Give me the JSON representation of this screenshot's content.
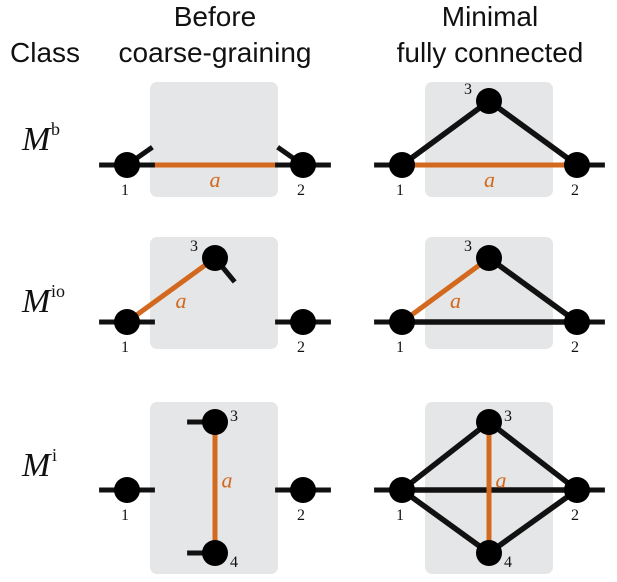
{
  "headers": {
    "class": "Class",
    "before_line1": "Before",
    "before_line2": "coarse-graining",
    "minimal_line1": "Minimal",
    "minimal_line2": "fully connected"
  },
  "colors": {
    "panel": "#e5e6e7",
    "edge": "#111111",
    "highlight": "#d2691e",
    "node": "#000000"
  },
  "rows": [
    {
      "id": "b",
      "class_symbol": "M",
      "class_superscript": "b",
      "before": {
        "nodes": [
          {
            "id": "1",
            "label": "1"
          },
          {
            "id": "2",
            "label": "2"
          }
        ],
        "edges": [
          {
            "from": "1",
            "to": "2",
            "label": "a",
            "highlight": true
          }
        ]
      },
      "minimal": {
        "nodes": [
          {
            "id": "1",
            "label": "1"
          },
          {
            "id": "2",
            "label": "2"
          },
          {
            "id": "3",
            "label": "3"
          }
        ],
        "edges": [
          {
            "from": "1",
            "to": "3",
            "highlight": false
          },
          {
            "from": "3",
            "to": "2",
            "highlight": false
          },
          {
            "from": "1",
            "to": "2",
            "label": "a",
            "highlight": true
          }
        ]
      }
    },
    {
      "id": "io",
      "class_symbol": "M",
      "class_superscript": "io",
      "before": {
        "nodes": [
          {
            "id": "1",
            "label": "1"
          },
          {
            "id": "2",
            "label": "2"
          },
          {
            "id": "3",
            "label": "3"
          }
        ],
        "edges": [
          {
            "from": "1",
            "to": "3",
            "label": "a",
            "highlight": true
          }
        ]
      },
      "minimal": {
        "nodes": [
          {
            "id": "1",
            "label": "1"
          },
          {
            "id": "2",
            "label": "2"
          },
          {
            "id": "3",
            "label": "3"
          }
        ],
        "edges": [
          {
            "from": "1",
            "to": "3",
            "label": "a",
            "highlight": true
          },
          {
            "from": "3",
            "to": "2",
            "highlight": false
          },
          {
            "from": "1",
            "to": "2",
            "highlight": false
          }
        ]
      }
    },
    {
      "id": "i",
      "class_symbol": "M",
      "class_superscript": "i",
      "before": {
        "nodes": [
          {
            "id": "1",
            "label": "1"
          },
          {
            "id": "2",
            "label": "2"
          },
          {
            "id": "3",
            "label": "3"
          },
          {
            "id": "4",
            "label": "4"
          }
        ],
        "edges": [
          {
            "from": "3",
            "to": "4",
            "label": "a",
            "highlight": true
          }
        ]
      },
      "minimal": {
        "nodes": [
          {
            "id": "1",
            "label": "1"
          },
          {
            "id": "2",
            "label": "2"
          },
          {
            "id": "3",
            "label": "3"
          },
          {
            "id": "4",
            "label": "4"
          }
        ],
        "edges": [
          {
            "from": "1",
            "to": "3",
            "highlight": false
          },
          {
            "from": "3",
            "to": "2",
            "highlight": false
          },
          {
            "from": "1",
            "to": "4",
            "highlight": false
          },
          {
            "from": "4",
            "to": "2",
            "highlight": false
          },
          {
            "from": "1",
            "to": "2",
            "highlight": false
          },
          {
            "from": "3",
            "to": "4",
            "label": "a",
            "highlight": true
          }
        ]
      }
    }
  ]
}
